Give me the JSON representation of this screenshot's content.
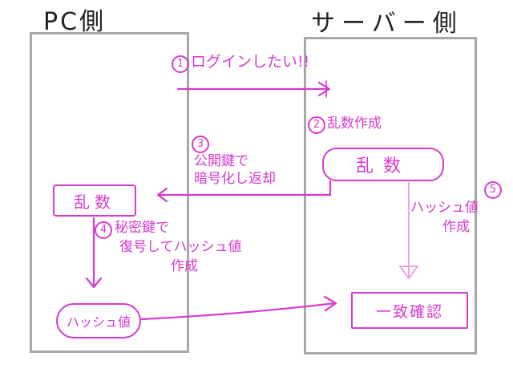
{
  "titles": {
    "pc": "PC側",
    "server": "サーバー側"
  },
  "steps": {
    "step1": {
      "number": "1",
      "text": "ログインしたい!!"
    },
    "step2": {
      "number": "2",
      "text": "乱数作成"
    },
    "step3": {
      "number": "3",
      "line1": "公開鍵で",
      "line2": "暗号化し返却"
    },
    "step4": {
      "number": "4",
      "line1": "秘密鍵で",
      "line2": "復号してハッシュ値",
      "line3": "作成"
    },
    "step5": {
      "number": "5",
      "line1": "ハッシュ値",
      "line2": "作成"
    }
  },
  "boxes": {
    "server_random": "乱数",
    "pc_random": "乱数",
    "hash_value": "ハッシュ値",
    "match_check": "一致確認"
  },
  "colors": {
    "marker": "#d63ad0",
    "frame": "#a8a8a8",
    "title": "#222222"
  }
}
